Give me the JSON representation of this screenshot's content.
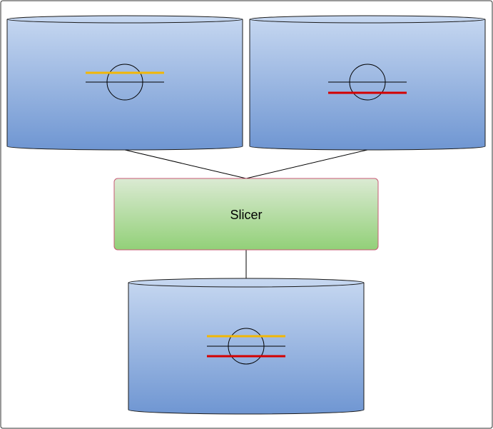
{
  "diagram": {
    "slicer": {
      "label": "Slicer"
    },
    "colors": {
      "frame": "#333333",
      "db_top": "#6f96d2",
      "db_bottom": "#c7d8f1",
      "db_stroke": "#1b1b1b",
      "slicer_top": "#dbead3",
      "slicer_bottom": "#92d078",
      "slicer_stroke": "#c85a75",
      "upper_line": "#f2b705",
      "lower_line": "#d40000",
      "connector": "#000000"
    },
    "databases": [
      {
        "id": "top-left",
        "highlight": [
          "upper"
        ]
      },
      {
        "id": "top-right",
        "highlight": [
          "lower"
        ]
      },
      {
        "id": "bottom",
        "highlight": [
          "upper",
          "lower"
        ]
      }
    ]
  }
}
